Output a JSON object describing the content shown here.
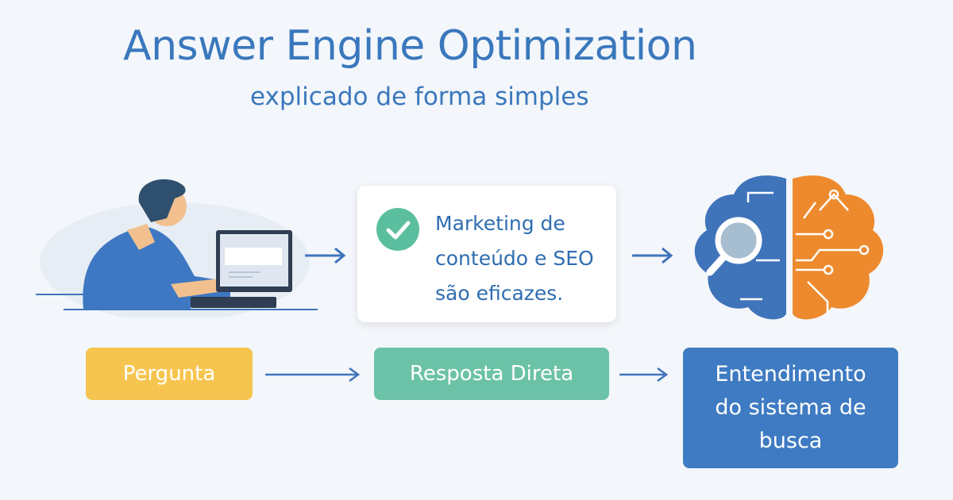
{
  "header": {
    "title": "Answer Engine Optimization",
    "subtitle": "explicado de forma simples"
  },
  "card": {
    "icon": "check-circle-icon",
    "lines": [
      "Marketing de",
      "conteúdo e SEO",
      "são eficazes."
    ]
  },
  "steps": [
    {
      "label": "Pergunta",
      "color": "#f6c54f"
    },
    {
      "label": "Resposta Direta",
      "color": "#6cc2a6"
    },
    {
      "label": "Entendimento do sistema de busca",
      "color": "#3f7bc2"
    }
  ],
  "colors": {
    "accent": "#3a78bd",
    "brain_left": "#3f74bb",
    "brain_right": "#ee8a2e"
  }
}
